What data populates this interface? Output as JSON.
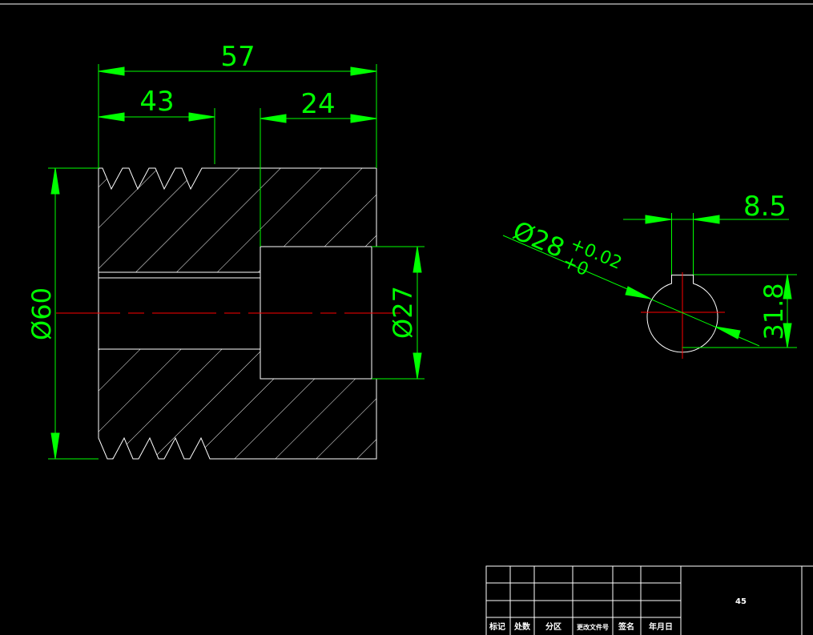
{
  "dimensions": {
    "overall_length": "57",
    "groove_length": "43",
    "bore_depth": "24",
    "outer_diameter": "Ø60",
    "bore_diameter": "Ø27",
    "shaft_hole_diameter": "Ø28",
    "tolerance_upper": "+0.02",
    "tolerance_lower": "+0",
    "key_width": "8.5",
    "key_depth": "31.8"
  },
  "title_block": {
    "headers": [
      "标记",
      "处数",
      "分区",
      "更改文件号",
      "签名",
      "年月日"
    ],
    "material": "45"
  },
  "colors": {
    "background": "#000000",
    "geometry": "#ffffff",
    "dimension": "#00ff00",
    "centerline": "#ff0000"
  }
}
